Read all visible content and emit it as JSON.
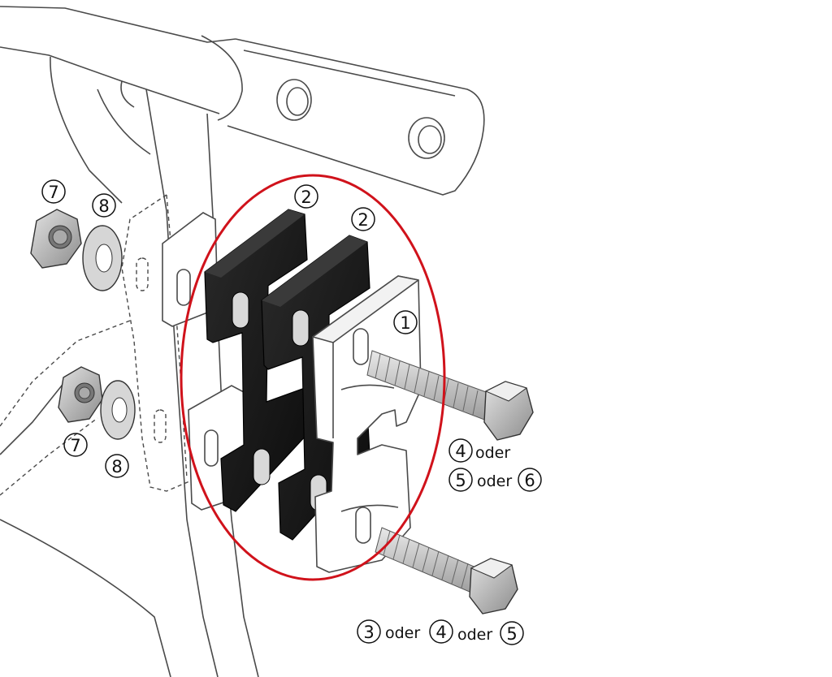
{
  "callouts": {
    "c7_top": "7",
    "c8_top": "8",
    "c7_bottom": "7",
    "c8_bottom": "8",
    "c2_left": "2",
    "c2_right": "2",
    "c1": "1",
    "c4_a": "4",
    "c5_a": "5",
    "c6_a": "6",
    "c3_b": "3",
    "c4_b": "4",
    "c5_b": "5"
  },
  "words": {
    "oder_1": "oder",
    "oder_2": "oder",
    "oder_3": "oder",
    "oder_4": "oder"
  },
  "colors": {
    "line": "#4a4a4a",
    "highlight": "#d0121b",
    "spacer": "#1b1b1b",
    "metal": "#c4c4c4"
  }
}
